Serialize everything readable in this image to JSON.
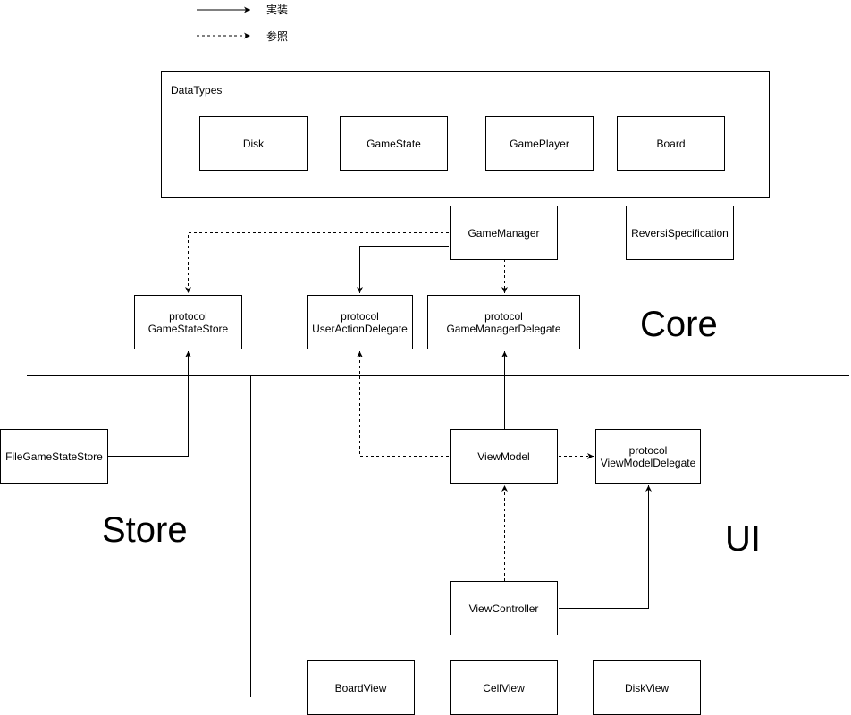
{
  "legend": {
    "implements_label": "実装",
    "references_label": "参照"
  },
  "group": {
    "title": "DataTypes"
  },
  "nodes": {
    "disk": {
      "lines": [
        "Disk"
      ]
    },
    "game_state": {
      "lines": [
        "GameState"
      ]
    },
    "game_player": {
      "lines": [
        "GamePlayer"
      ]
    },
    "board": {
      "lines": [
        "Board"
      ]
    },
    "game_manager": {
      "lines": [
        "GameManager"
      ]
    },
    "reversi_specification": {
      "lines": [
        "ReversiSpecification"
      ]
    },
    "game_state_store_protocol": {
      "lines": [
        "protocol",
        "GameStateStore"
      ]
    },
    "user_action_delegate_protocol": {
      "lines": [
        "protocol",
        "UserActionDelegate"
      ]
    },
    "game_manager_delegate_protocol": {
      "lines": [
        "protocol",
        "GameManagerDelegate"
      ]
    },
    "file_game_state_store": {
      "lines": [
        "FileGameStateStore"
      ]
    },
    "view_model": {
      "lines": [
        "ViewModel"
      ]
    },
    "view_model_delegate_protocol": {
      "lines": [
        "protocol",
        "ViewModelDelegate"
      ]
    },
    "view_controller": {
      "lines": [
        "ViewController"
      ]
    },
    "board_view": {
      "lines": [
        "BoardView"
      ]
    },
    "cell_view": {
      "lines": [
        "CellView"
      ]
    },
    "disk_view": {
      "lines": [
        "DiskView"
      ]
    }
  },
  "regions": {
    "core": "Core",
    "store": "Store",
    "ui": "UI"
  },
  "edges": [
    {
      "from": "game_manager",
      "to": "game_state_store_protocol",
      "style": "dashed"
    },
    {
      "from": "game_manager",
      "to": "user_action_delegate_protocol",
      "style": "solid"
    },
    {
      "from": "game_manager",
      "to": "game_manager_delegate_protocol",
      "style": "dashed"
    },
    {
      "from": "file_game_state_store",
      "to": "game_state_store_protocol",
      "style": "solid"
    },
    {
      "from": "view_model",
      "to": "user_action_delegate_protocol",
      "style": "dashed"
    },
    {
      "from": "view_model",
      "to": "game_manager_delegate_protocol",
      "style": "solid"
    },
    {
      "from": "view_model",
      "to": "view_model_delegate_protocol",
      "style": "dashed"
    },
    {
      "from": "view_controller",
      "to": "view_model",
      "style": "dashed"
    },
    {
      "from": "view_controller",
      "to": "view_model_delegate_protocol",
      "style": "solid"
    }
  ]
}
